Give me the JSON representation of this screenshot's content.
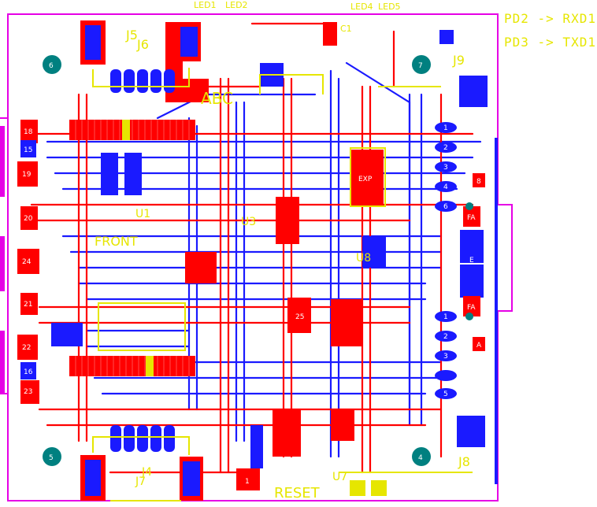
{
  "notes": {
    "line1": "PD2 -> RXD1",
    "line2": "PD3 -> TXD1"
  },
  "colors": {
    "top_copper": "#ff0000",
    "bottom_copper": "#1a1aff",
    "silkscreen": "#e6e600",
    "outline": "#e600e6",
    "mount_hole": "#008080"
  },
  "silkscreen": {
    "top_left": [
      "LED1",
      "LED2"
    ],
    "top_right": [
      "LED4",
      "LED5"
    ],
    "connectors": [
      "J5",
      "J6",
      "J9",
      "J8",
      "J7",
      "J4"
    ],
    "labels": [
      "ABC",
      "EXP",
      "U1",
      "U3",
      "U7",
      "U8",
      "RESET",
      "FRONT",
      "C1"
    ],
    "mount_holes": [
      "6",
      "7",
      "5",
      "4"
    ],
    "left_pads": [
      "18",
      "15",
      "19",
      "20",
      "24",
      "21",
      "22",
      "16",
      "23"
    ],
    "right_pads": [
      "1",
      "2",
      "3",
      "4",
      "6",
      "8",
      "FA",
      "E",
      "FA",
      "A",
      "1",
      "2",
      "3",
      "5"
    ],
    "chip": "25",
    "bottom_pad": "1"
  }
}
